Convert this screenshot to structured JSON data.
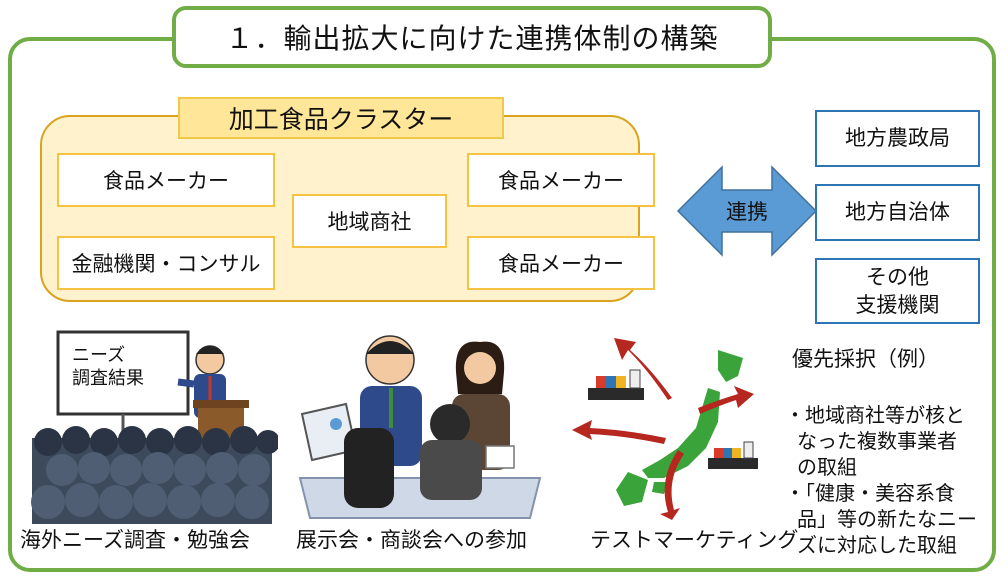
{
  "title": "１．輸出拡大に向けた連携体制の構築",
  "cluster": {
    "title": "加工食品クラスター",
    "maker_left": "食品メーカー",
    "finance": "金融機関・コンサル",
    "trading": "地域商社",
    "maker_right_top": "食品メーカー",
    "maker_right_bottom": "食品メーカー"
  },
  "link_label": "連携",
  "partners": {
    "bureau": "地方農政局",
    "local_gov": "地方自治体",
    "other_line1": "その他",
    "other_line2": "支援機関"
  },
  "presentation_board": {
    "line1": "ニーズ",
    "line2": "調査結果"
  },
  "captions": {
    "research": "海外ニーズ調査・勉強会",
    "exhibition": "展示会・商談会への参加",
    "marketing": "テストマーケティング"
  },
  "priority": {
    "heading": "優先採択（例）",
    "item1_line1": "・地域商社等が核と",
    "item1_line2": "なった複数事業者",
    "item1_line3": "の取組",
    "item2_line1": "・「健康・美容系食",
    "item2_line2": "品」等の新たなニー",
    "item2_line3": "ズに対応した取組"
  },
  "colors": {
    "frame": "#70ad47",
    "cluster_fill": "#fff2cc",
    "cluster_title_fill": "#ffe699",
    "partner_border": "#2e75b6",
    "arrow_fill": "#5b9bd5"
  }
}
